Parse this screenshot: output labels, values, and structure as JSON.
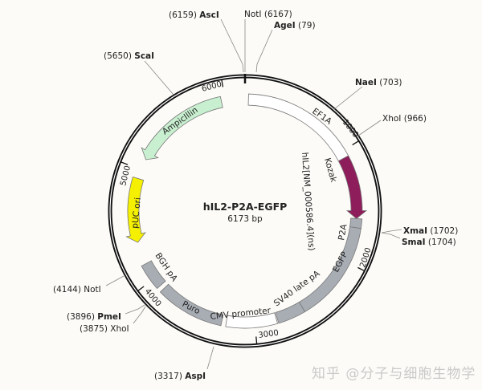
{
  "plasmid": {
    "name": "hIL2-P2A-EGFP",
    "length_label": "6173 bp",
    "length_bp": 6173
  },
  "ticks": [
    {
      "bp": 1000,
      "label": "1000"
    },
    {
      "bp": 2000,
      "label": "2000"
    },
    {
      "bp": 3000,
      "label": "3000"
    },
    {
      "bp": 4000,
      "label": "4000"
    },
    {
      "bp": 5000,
      "label": "5000"
    },
    {
      "bp": 6000,
      "label": "6000"
    }
  ],
  "features": [
    {
      "name": "EF1A",
      "start": 30,
      "end": 1060,
      "direction": "none",
      "color": "#ffffff"
    },
    {
      "name": "hIL2[NM_000586.4](ns)",
      "label_extra": "Kozak",
      "start": 1060,
      "end": 1610,
      "direction": "cw",
      "color": "#8e1d5b"
    },
    {
      "name": "P2A",
      "start": 1610,
      "end": 1690,
      "direction": "none",
      "color": "#a8adb4"
    },
    {
      "name": "EGFP",
      "start": 1690,
      "end": 2560,
      "direction": "none",
      "color": "#a8adb4"
    },
    {
      "name": "SV40 late pA",
      "start": 2560,
      "end": 2800,
      "direction": "none",
      "color": "#a8adb4"
    },
    {
      "name": "CMV promoter",
      "start": 2810,
      "end": 3250,
      "direction": "none",
      "color": "#ffffff"
    },
    {
      "name": "Puro",
      "start": 3290,
      "end": 3880,
      "direction": "none",
      "color": "#a8adb4"
    },
    {
      "name": "BGH pA",
      "start": 3920,
      "end": 4150,
      "direction": "none",
      "color": "#a8adb4"
    },
    {
      "name": "pUC ori",
      "start": 4350,
      "end": 4920,
      "direction": "ccw",
      "color": "#f5f000"
    },
    {
      "name": "AmpicIllin",
      "start": 5100,
      "end": 5965,
      "direction": "ccw",
      "color": "#c8f0d0"
    }
  ],
  "sites": [
    {
      "name": "AscI",
      "pos": "(6159)",
      "bp": 6159
    },
    {
      "name": "NotI",
      "pos": "(6167)",
      "bp": 6167
    },
    {
      "name": "AgeI",
      "pos": "(79)",
      "bp": 79
    },
    {
      "name": "NaeI",
      "pos": "(703)",
      "bp": 703
    },
    {
      "name": "XhoI",
      "pos": "(966)",
      "bp": 966
    },
    {
      "name": "XmaI",
      "pos": "(1702)",
      "bp": 1702
    },
    {
      "name": "SmaI",
      "pos": "(1704)",
      "bp": 1704
    },
    {
      "name": "AspI",
      "pos": "(3317)",
      "bp": 3317
    },
    {
      "name": "XhoI",
      "pos": "(3875)",
      "bp": 3875
    },
    {
      "name": "PmeI",
      "pos": "(3896)",
      "bp": 3896
    },
    {
      "name": "NotI",
      "pos": "(4144)",
      "bp": 4144
    },
    {
      "name": "ScaI",
      "pos": "(5650)",
      "bp": 5650
    }
  ],
  "watermark": "知乎 @分子与细胞生物学",
  "colors": {
    "backbone": "#111111",
    "background": "#fcfbf7"
  }
}
